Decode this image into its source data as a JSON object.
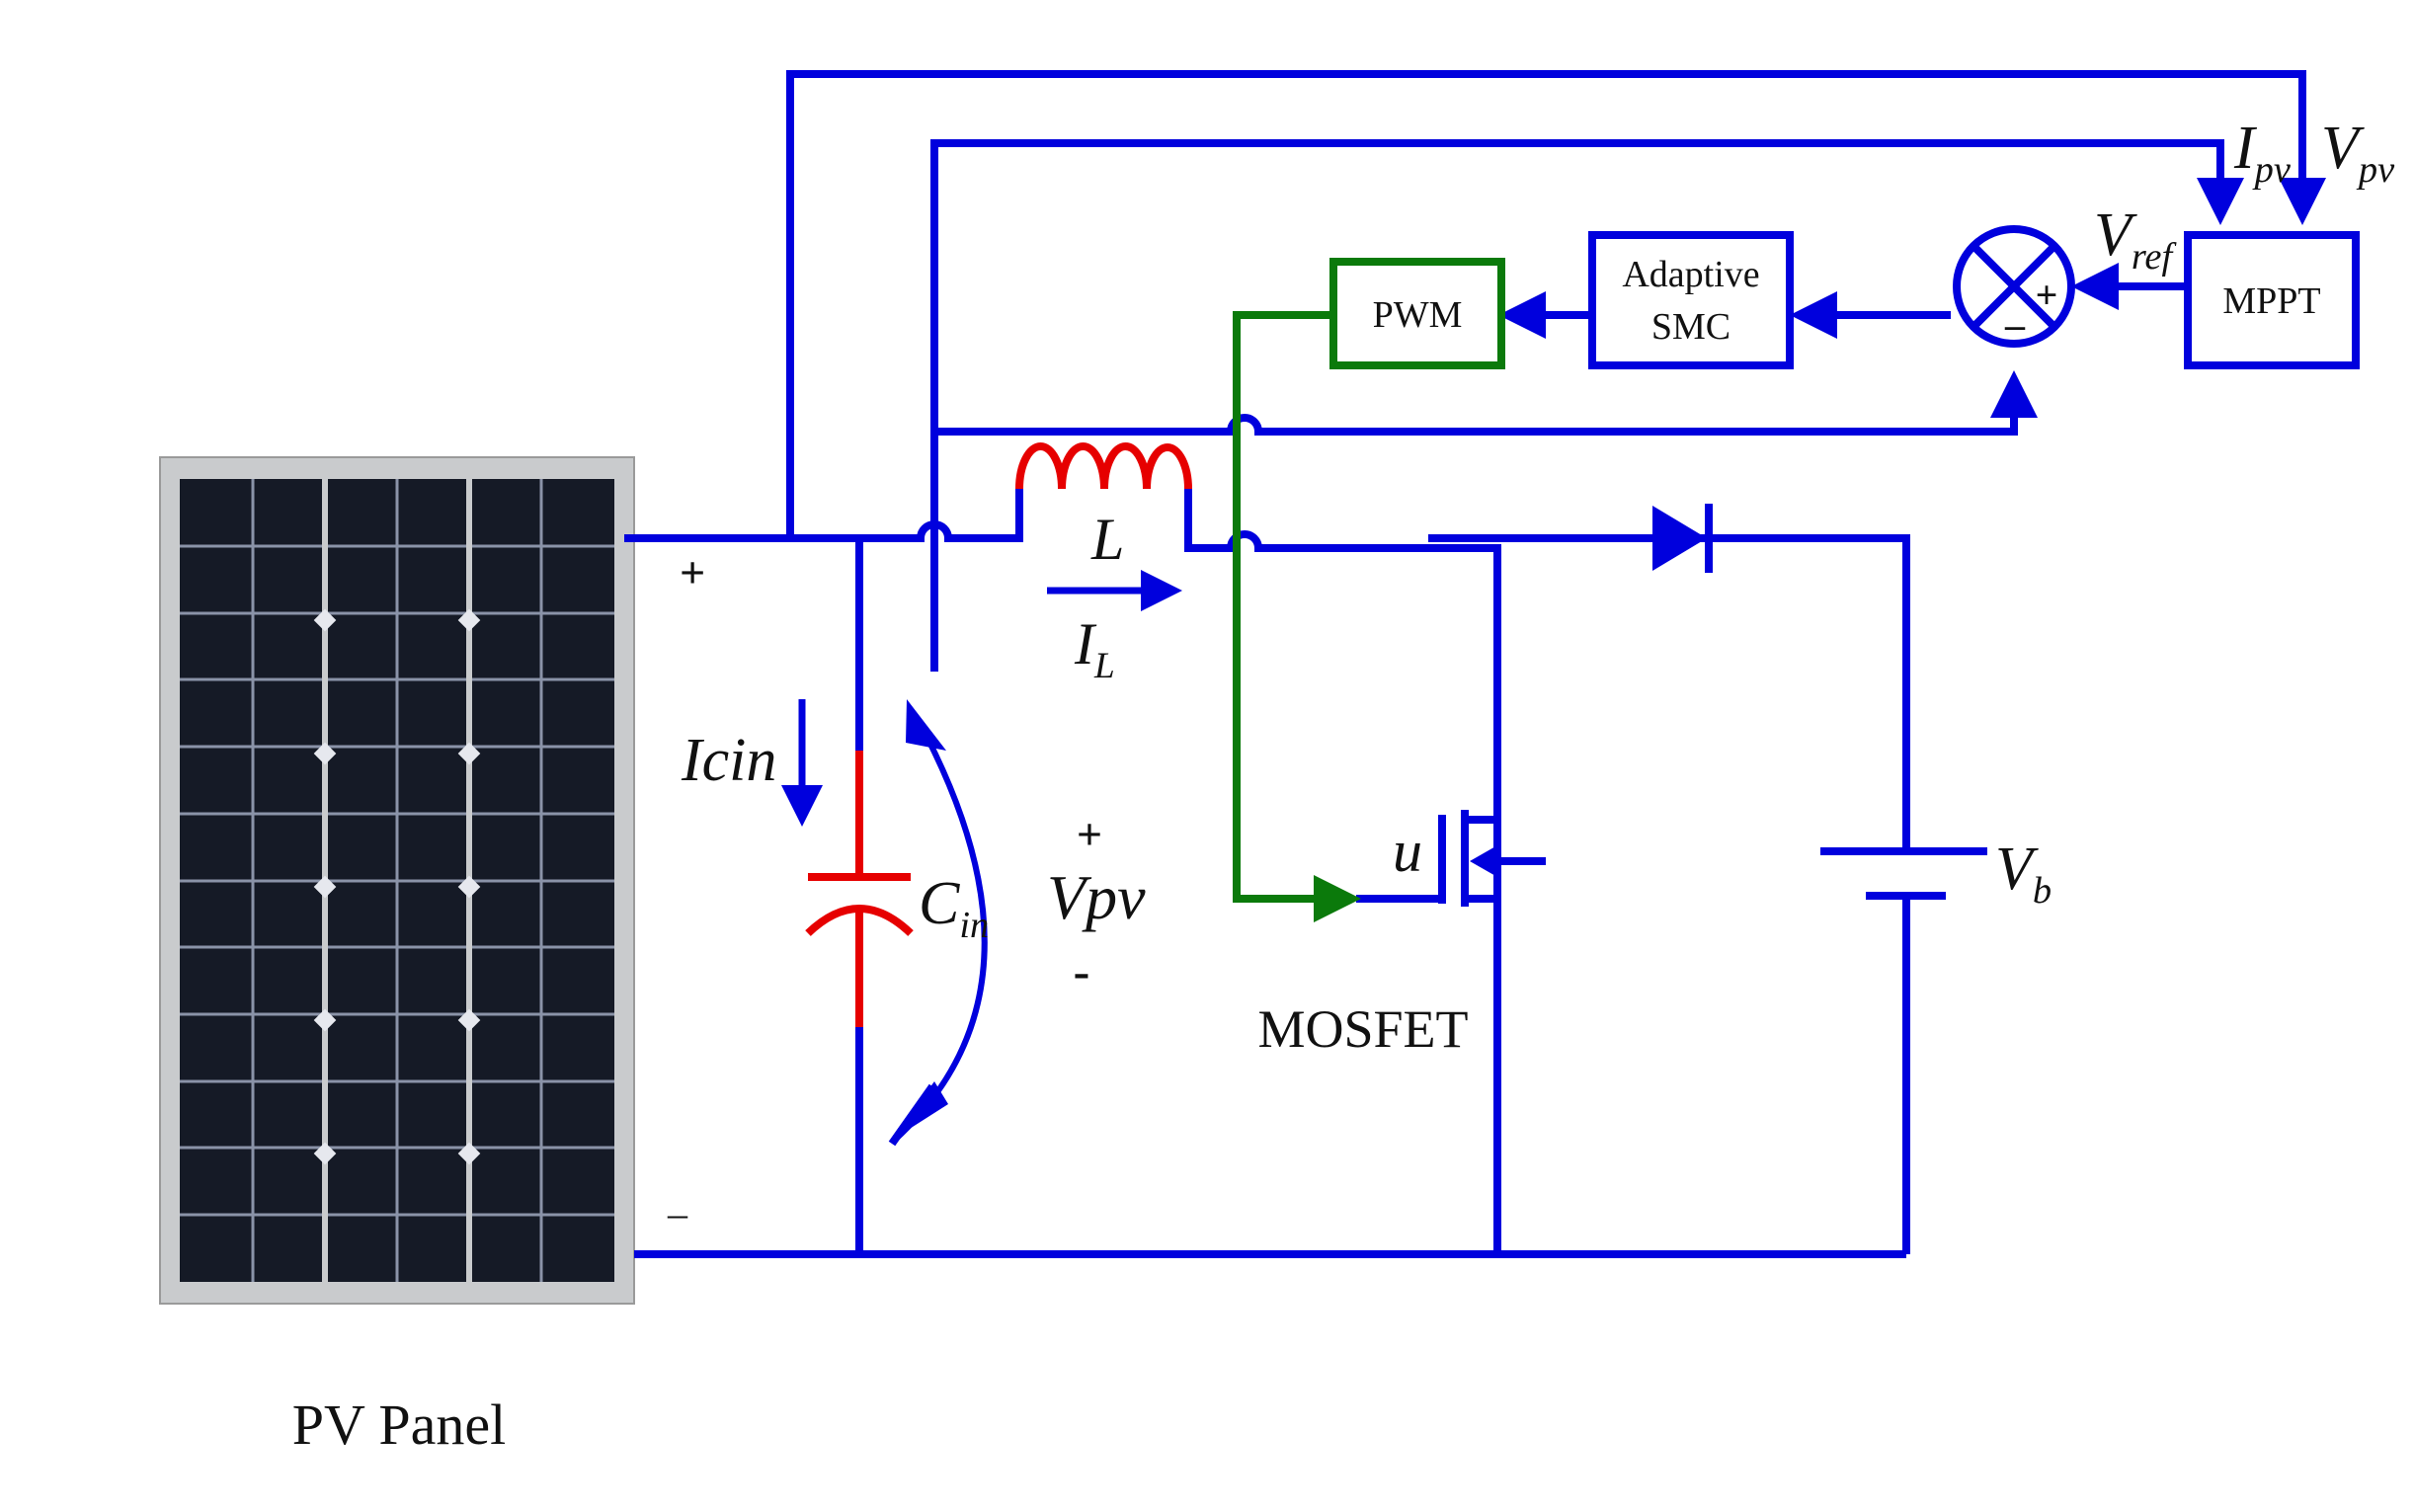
{
  "labels": {
    "pwm": "PWM",
    "smc_line1": "Adaptive",
    "smc_line2": "SMC",
    "mppt": "MPPT",
    "pv_panel": "PV Panel",
    "mosfet": "MOSFET",
    "panel_plus": "+",
    "panel_minus": "–",
    "sum_plus": "+",
    "sum_minus": "–",
    "vpv_plus": "+",
    "vpv_minus": "-",
    "ipv_main": "I",
    "ipv_sub": "pv",
    "vpv_top_main": "V",
    "vpv_top_sub": "pv",
    "vref_main": "V",
    "vref_sub": "ref",
    "inductor": "L",
    "il_main": "I",
    "il_sub": "L",
    "icin": "Icin",
    "cin_main": "C",
    "cin_sub": "in",
    "vpv_mid": "Vpv",
    "u": "u",
    "vb_main": "V",
    "vb_sub": "b"
  },
  "colors": {
    "wire": "#0000dd",
    "gate": "#0b7a0b",
    "component": "#e60000",
    "text": "#111111"
  }
}
